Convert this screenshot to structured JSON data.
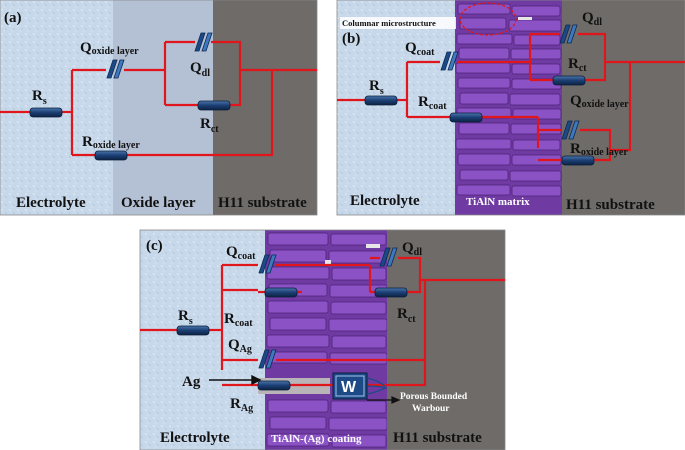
{
  "panels": {
    "a": {
      "tag": "(a)",
      "labels": {
        "rs": "R",
        "rs_sub": "s",
        "qox": "Q",
        "qox_sub": "oxide layer",
        "qdl": "Q",
        "qdl_sub": "dl",
        "rct": "R",
        "rct_sub": "ct",
        "rox": "R",
        "rox_sub": "oxide layer"
      },
      "regions": [
        "Electrolyte",
        "Oxide layer",
        "H11 substrate"
      ]
    },
    "b": {
      "tag": "(b)",
      "callout": "Columnar microstructure",
      "labels": {
        "rs": "R",
        "rs_sub": "s",
        "qcoat": "Q",
        "qcoat_sub": "coat",
        "rcoat": "R",
        "rcoat_sub": "coat",
        "qdl": "Q",
        "qdl_sub": "dl",
        "rct": "R",
        "rct_sub": "ct",
        "qox": "Q",
        "qox_sub": "oxide layer",
        "rox": "R",
        "rox_sub": "oxide layer"
      },
      "regions": [
        "Electrolyte",
        "TiAlN matrix",
        "H11 substrate"
      ]
    },
    "c": {
      "tag": "(c)",
      "labels": {
        "rs": "R",
        "rs_sub": "s",
        "qcoat": "Q",
        "qcoat_sub": "coat",
        "rcoat": "R",
        "rcoat_sub": "coat",
        "qdl": "Q",
        "qdl_sub": "dl",
        "rct": "R",
        "rct_sub": "ct",
        "qag": "Q",
        "qag_sub": "Ag",
        "rag": "R",
        "rag_sub": "Ag",
        "ag": "Ag",
        "w": "W",
        "warbour": [
          "Porous Bounded",
          "Warbour"
        ]
      },
      "regions": [
        "Electrolyte",
        "TiAlN-(Ag) coating",
        "H11 substrate"
      ]
    }
  },
  "colors": {
    "electrolyte": "#c9d9ea",
    "oxide": "#b3bfd1",
    "substrate": "#6b6865",
    "coating": "#7a3fb0",
    "wire": "#e0161c",
    "resistor": "#15325c",
    "cpe": "#1d4a86"
  }
}
